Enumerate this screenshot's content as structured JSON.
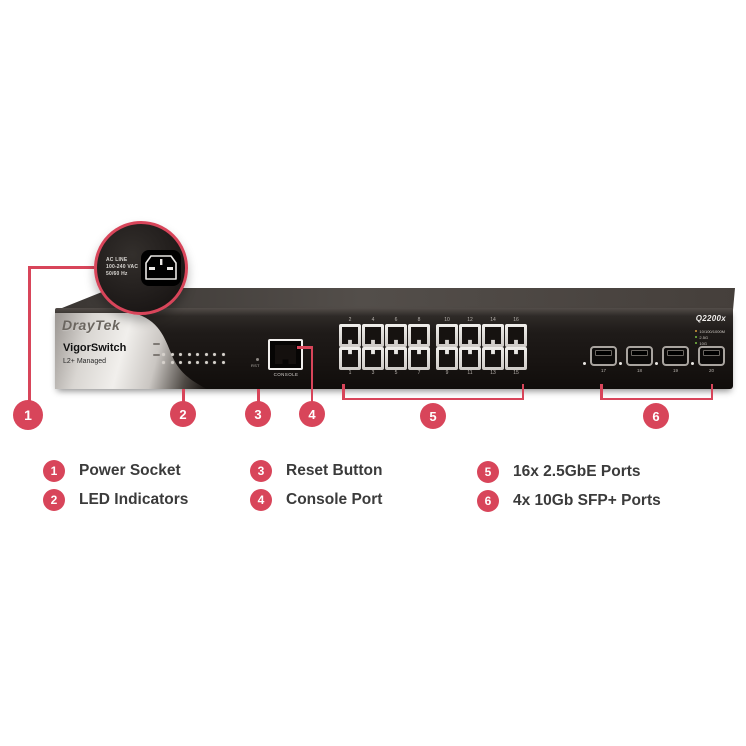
{
  "product": {
    "brand_logo": "DrayTek",
    "series_name": "VigorSwitch",
    "series_subtitle": "L2+ Managed",
    "model_number": "Q2200x"
  },
  "power_bubble": {
    "lines": [
      "AC LINE",
      "100-240 VAC",
      "50/60 Hz"
    ]
  },
  "front_panel": {
    "reset_label": "RST",
    "console_label": "CONSOLE",
    "led_matrix": {
      "rows": 2,
      "cols": 8
    },
    "port_numbers_top": [
      "2",
      "4",
      "6",
      "8",
      "10",
      "12",
      "14",
      "16"
    ],
    "port_numbers_bottom": [
      "1",
      "3",
      "5",
      "7",
      "9",
      "11",
      "13",
      "15"
    ],
    "sfp_numbers": [
      "17",
      "18",
      "19",
      "20"
    ],
    "speed_legend": [
      {
        "color": "#d69b3c",
        "label": "10/100/1000M"
      },
      {
        "color": "#7bc043",
        "label": "2.5G"
      },
      {
        "color": "#7bc043",
        "label": "10G"
      }
    ]
  },
  "callouts": [
    {
      "num": "1",
      "label": "Power Socket"
    },
    {
      "num": "2",
      "label": "LED Indicators"
    },
    {
      "num": "3",
      "label": "Reset Button"
    },
    {
      "num": "4",
      "label": "Console Port"
    },
    {
      "num": "5",
      "label": "16x 2.5GbE Ports"
    },
    {
      "num": "6",
      "label": "4x 10Gb SFP+ Ports"
    }
  ],
  "colors": {
    "accent": "#d8455a",
    "chassis": "#171311",
    "label_text": "#3b3b3b"
  }
}
